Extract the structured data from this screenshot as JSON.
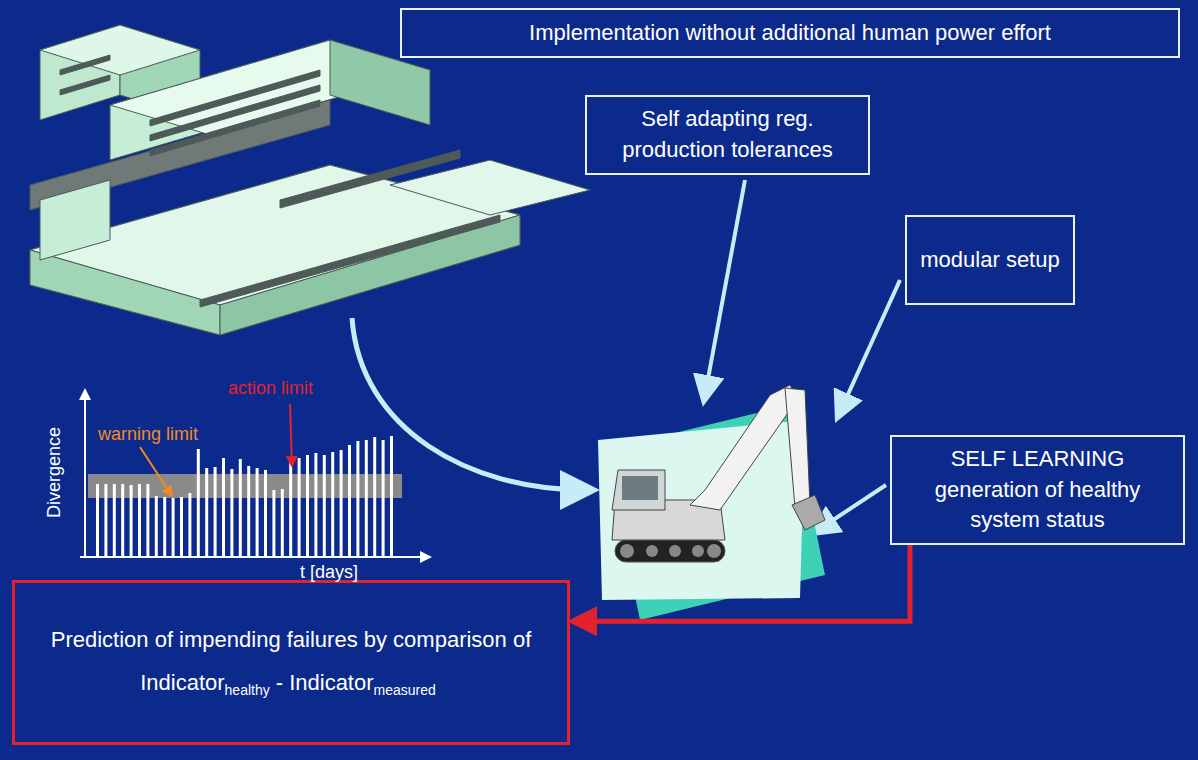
{
  "diagram": {
    "nodes": [
      {
        "text": [
          "Implementation without additional human power effort"
        ]
      },
      {
        "text": [
          "Self adapting reg. production tolerances"
        ]
      },
      {
        "text": [
          "modular setup"
        ]
      },
      {
        "text": [
          "SELF LEARNING generation of healthy system status"
        ]
      },
      {
        "text": [
          "Prediction of impending failures by comparison of",
          "Indicator",
          "healthy",
          "- Indicator",
          "measured"
        ]
      }
    ],
    "edges": [
      {
        "from": 3,
        "to": 4,
        "arrow": "to"
      }
    ],
    "labels": [
      "Divergence",
      "action limit",
      "warning limit",
      "t [days]"
    ]
  }
}
